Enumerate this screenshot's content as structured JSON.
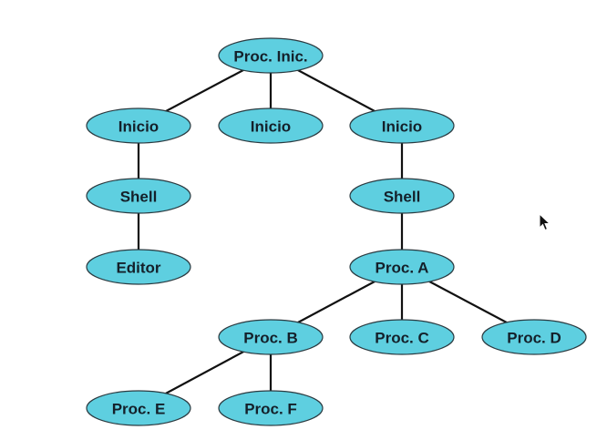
{
  "diagram": {
    "type": "process-tree",
    "node_color": "#5ecfe0",
    "edge_color": "#111111",
    "nodes": [
      {
        "id": "root",
        "label": "Proc. Inic."
      },
      {
        "id": "inicio1",
        "label": "Inicio"
      },
      {
        "id": "inicio2",
        "label": "Inicio"
      },
      {
        "id": "inicio3",
        "label": "Inicio"
      },
      {
        "id": "shell1",
        "label": "Shell"
      },
      {
        "id": "shell2",
        "label": "Shell"
      },
      {
        "id": "editor",
        "label": "Editor"
      },
      {
        "id": "procA",
        "label": "Proc. A"
      },
      {
        "id": "procB",
        "label": "Proc. B"
      },
      {
        "id": "procC",
        "label": "Proc. C"
      },
      {
        "id": "procD",
        "label": "Proc. D"
      },
      {
        "id": "procE",
        "label": "Proc. E"
      },
      {
        "id": "procF",
        "label": "Proc. F"
      }
    ],
    "edges": [
      [
        "root",
        "inicio1"
      ],
      [
        "root",
        "inicio2"
      ],
      [
        "root",
        "inicio3"
      ],
      [
        "inicio1",
        "shell1"
      ],
      [
        "shell1",
        "editor"
      ],
      [
        "inicio3",
        "shell2"
      ],
      [
        "shell2",
        "procA"
      ],
      [
        "procA",
        "procB"
      ],
      [
        "procA",
        "procC"
      ],
      [
        "procA",
        "procD"
      ],
      [
        "procB",
        "procE"
      ],
      [
        "procB",
        "procF"
      ]
    ]
  },
  "cursor": {
    "icon": "mouse-pointer-icon"
  }
}
